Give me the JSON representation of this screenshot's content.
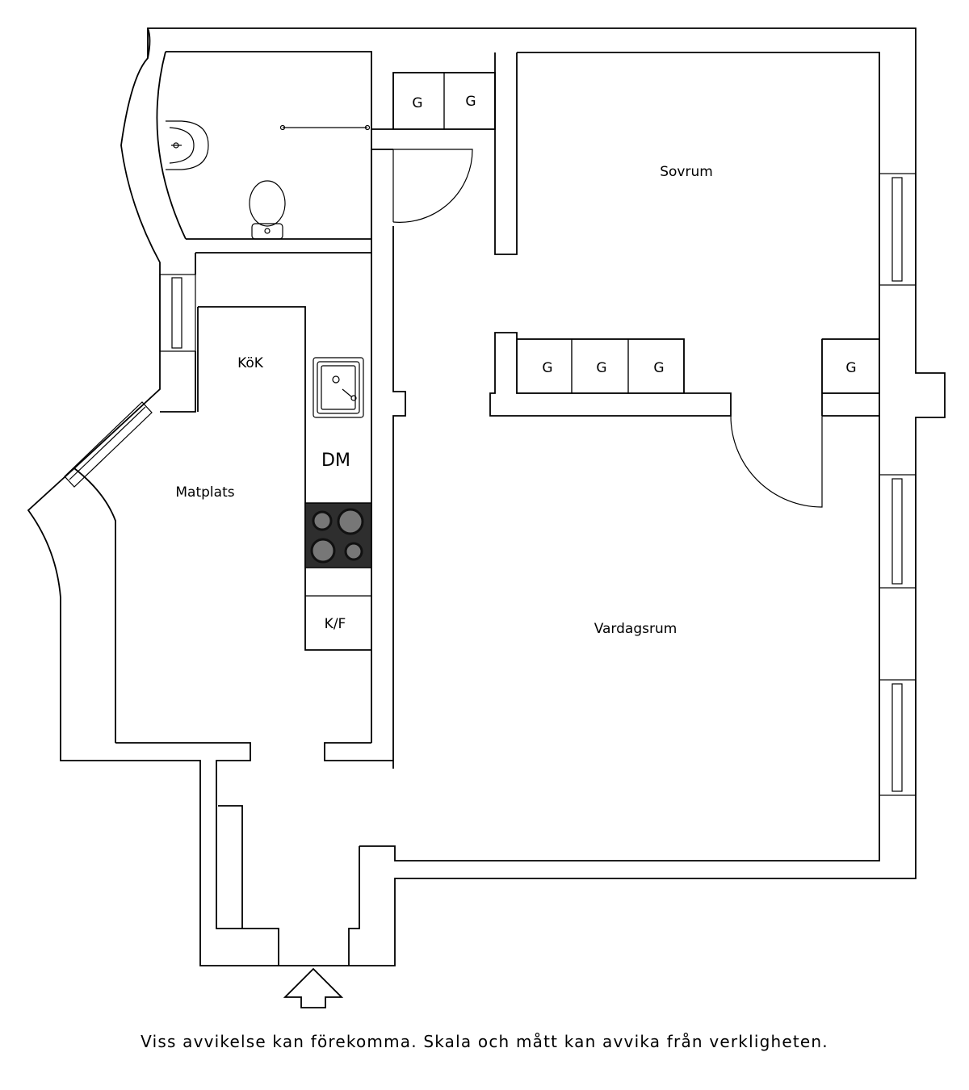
{
  "rooms": {
    "sovrum": "Sovrum",
    "kok": "KöK",
    "matplats": "Matplats",
    "vardagsrum": "Vardagsrum"
  },
  "fixtures": {
    "dishwasher": "DM",
    "fridge_freezer": "K/F",
    "wardrobe": "G"
  },
  "disclaimer": "Viss avvikelse kan förekomma. Skala och mått kan avvika från verkligheten."
}
